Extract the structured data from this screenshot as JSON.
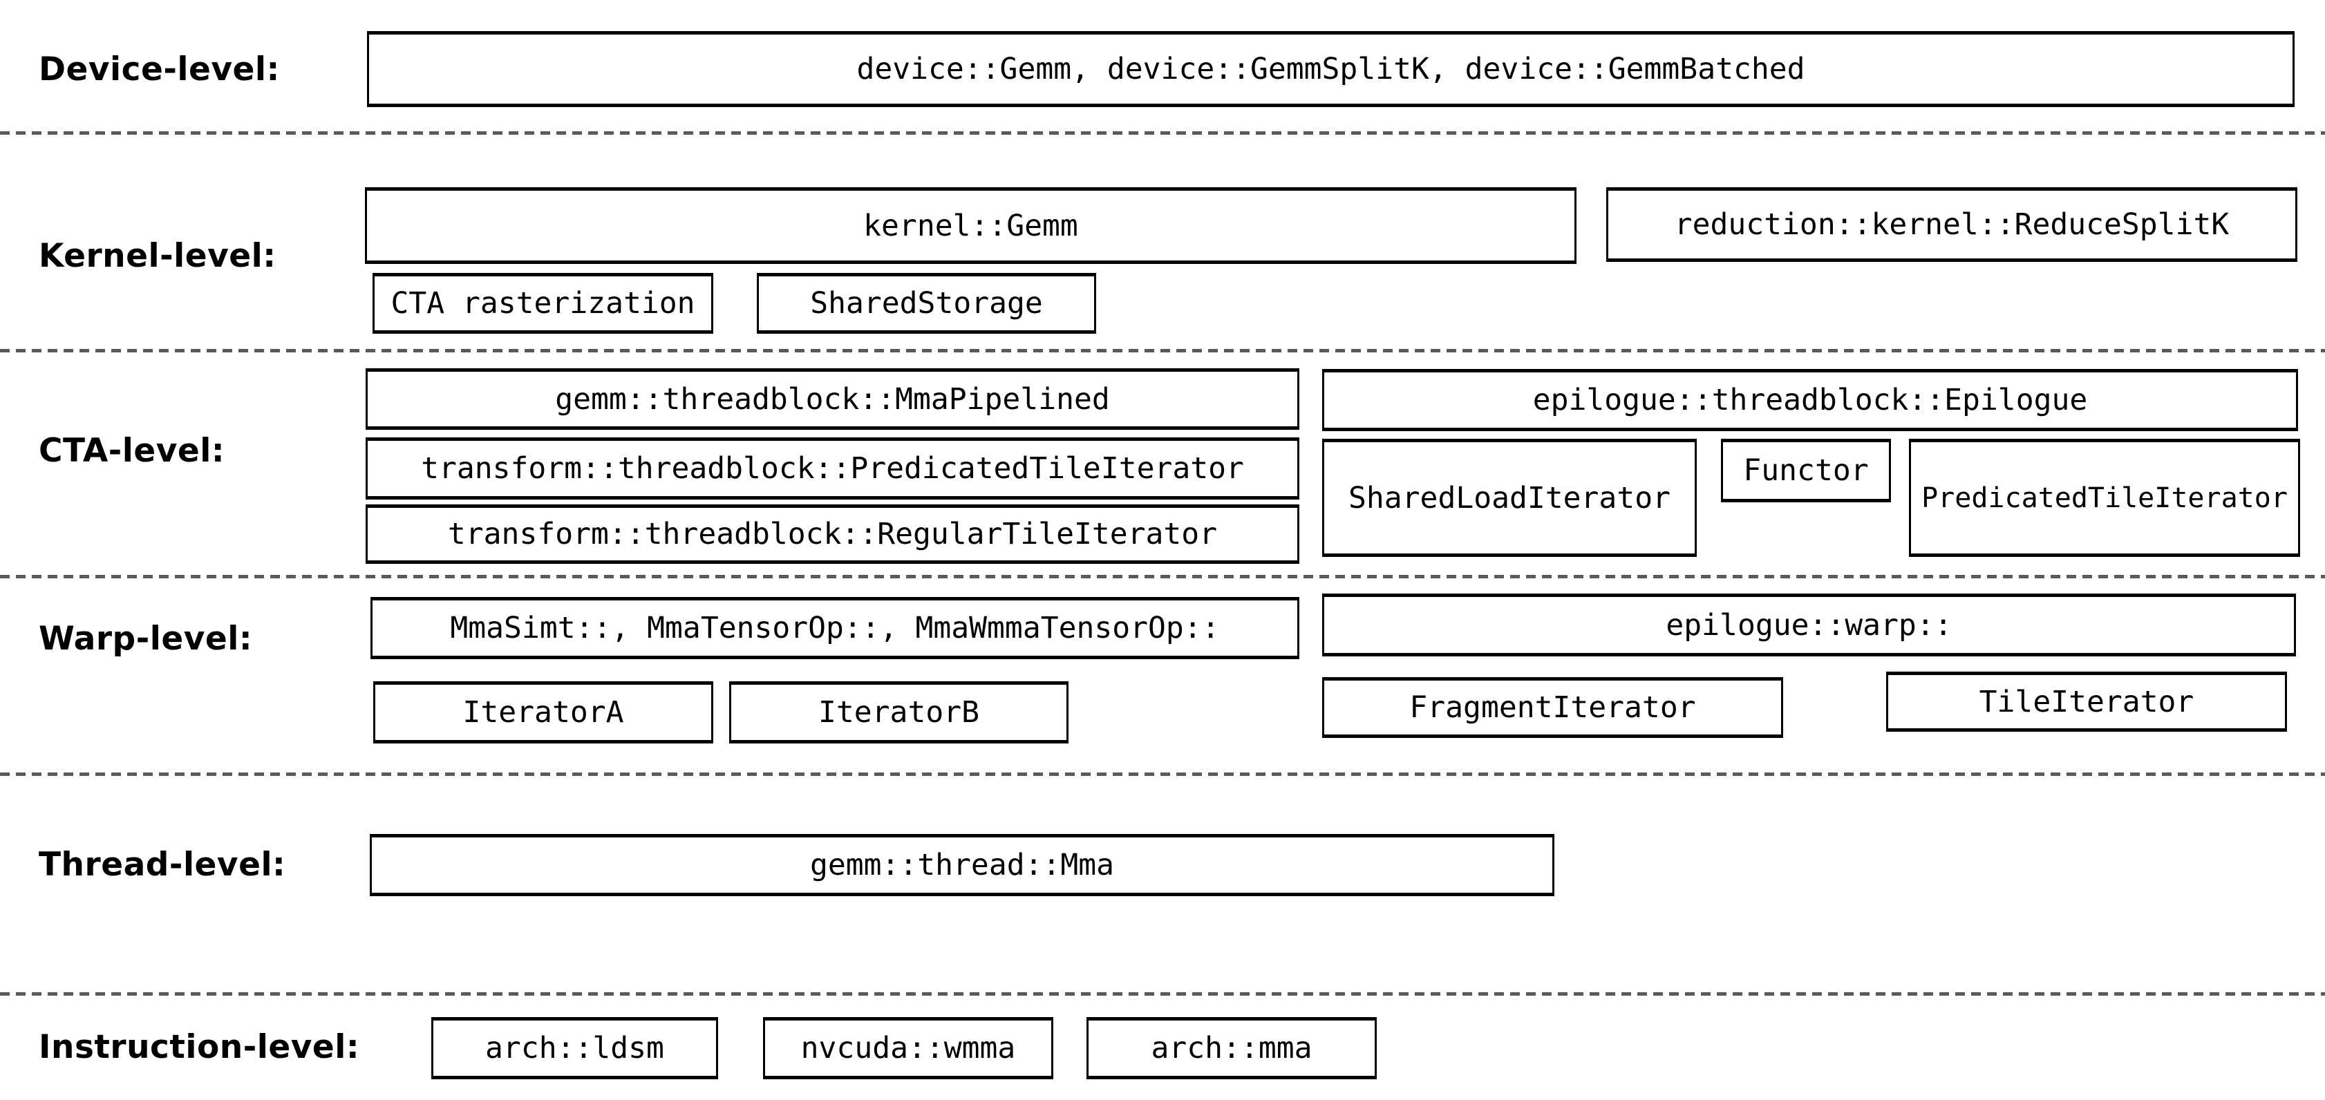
{
  "diagram": "cutlass-gemm-hierarchy",
  "levels": [
    {
      "name": "device",
      "label": "Device-level:",
      "boxes": [
        "device::Gemm, device::GemmSplitK, device::GemmBatched"
      ]
    },
    {
      "name": "kernel",
      "label": "Kernel-level:",
      "boxes": [
        "kernel::Gemm",
        "reduction::kernel::ReduceSplitK",
        "CTA rasterization",
        "SharedStorage"
      ]
    },
    {
      "name": "cta",
      "label": "CTA-level:",
      "boxes": [
        "gemm::threadblock::MmaPipelined",
        "epilogue::threadblock::Epilogue",
        "transform::threadblock::PredicatedTileIterator",
        "SharedLoadIterator",
        "Functor",
        "PredicatedTileIterator",
        "transform::threadblock::RegularTileIterator"
      ]
    },
    {
      "name": "warp",
      "label": "Warp-level:",
      "boxes": [
        "MmaSimt::, MmaTensorOp::, MmaWmmaTensorOp::",
        "epilogue::warp::",
        "IteratorA",
        "IteratorB",
        "FragmentIterator",
        "TileIterator"
      ]
    },
    {
      "name": "thread",
      "label": "Thread-level:",
      "boxes": [
        "gemm::thread::Mma"
      ]
    },
    {
      "name": "instruction",
      "label": "Instruction-level:",
      "boxes": [
        "arch::ldsm",
        "nvcuda::wmma",
        "arch::mma"
      ]
    }
  ],
  "colors": {
    "background": "#ffffff",
    "text": "#000000",
    "box_border": "#000000",
    "separator": "#5a5a5a"
  }
}
